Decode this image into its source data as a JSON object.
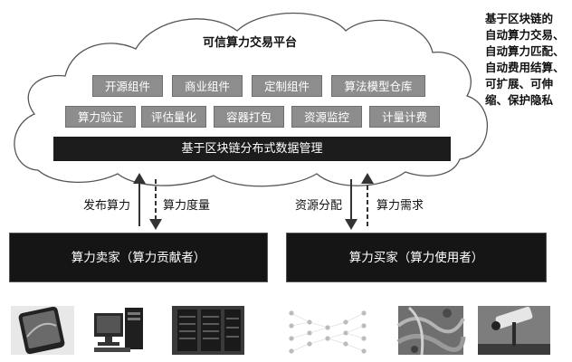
{
  "platform": {
    "title": "可信算力交易平台",
    "modules_row1": [
      "开源组件",
      "商业组件",
      "定制组件",
      "算法模型仓库"
    ],
    "modules_row2": [
      "算力验证",
      "评估量化",
      "容器打包",
      "资源监控",
      "计量计费"
    ],
    "data_layer": "基于区块链分布式数据管理"
  },
  "side_note": {
    "lines": [
      "基于区块链的",
      "自动算力交易、",
      "自动算力匹配、",
      "自动费用结算、",
      "可扩展、可伸",
      "缩、保护隐私"
    ]
  },
  "flows": {
    "seller_publish": "发布算力",
    "seller_measure": "算力度量",
    "buyer_allocate": "资源分配",
    "buyer_demand": "算力需求"
  },
  "parties": {
    "seller": "算力卖家（算力贡献者）",
    "buyer": "算力买家（算力使用者）"
  },
  "images": {
    "seller_icons": [
      "smartphone-image",
      "desktop-computer-image",
      "server-rack-image"
    ],
    "buyer_icons": [
      "neural-network-image",
      "satellite-map-image",
      "surveillance-camera-image"
    ]
  }
}
